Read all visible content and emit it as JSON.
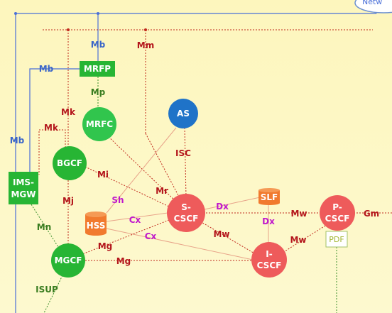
{
  "colors": {
    "background": "#fdf8c4",
    "red_line": "#c0281c",
    "blue_line": "#4a6fd8",
    "green_line": "#3a8f2c",
    "peach_line": "#e8a48a",
    "green_node": "#27b534",
    "green_node_light": "#31c54d",
    "red_node": "#ee5b5b",
    "blue_node": "#1f73c8",
    "orange_node": "#f17a2e",
    "label_red": "#b3151b",
    "label_blue": "#3b66c8",
    "label_magenta": "#c018cc",
    "label_green": "#3a7d20",
    "label_olive": "#a3b533"
  },
  "nodes": {
    "mrfp": "MRFP",
    "mrfc": "MRFC",
    "as": "AS",
    "bgcf": "BGCF",
    "ims_mgw": [
      "IMS-",
      "MGW"
    ],
    "hss": "HSS",
    "slf": "SLF",
    "s_cscf": [
      "S-",
      "CSCF"
    ],
    "p_cscf": [
      "P-",
      "CSCF"
    ],
    "i_cscf": [
      "I-",
      "CSCF"
    ],
    "mgcf": "MGCF",
    "pdf": "PDF",
    "netw": "Netw"
  },
  "interfaces": {
    "mb_top": "Mb",
    "mm": "Mm",
    "mb_left": "Mb",
    "mp": "Mp",
    "mb_side": "Mb",
    "mk_1": "Mk",
    "mk_2": "Mk",
    "isc": "ISC",
    "mi": "Mi",
    "mr": "Mr",
    "sh": "Sh",
    "mj": "Mj",
    "dx_1": "Dx",
    "dx_2": "Dx",
    "mw_1": "Mw",
    "mw_2": "Mw",
    "mw_3": "Mw",
    "gm": "Gm",
    "cx_1": "Cx",
    "cx_2": "Cx",
    "mn": "Mn",
    "mg_1": "Mg",
    "mg_2": "Mg",
    "isup": "ISUP"
  }
}
